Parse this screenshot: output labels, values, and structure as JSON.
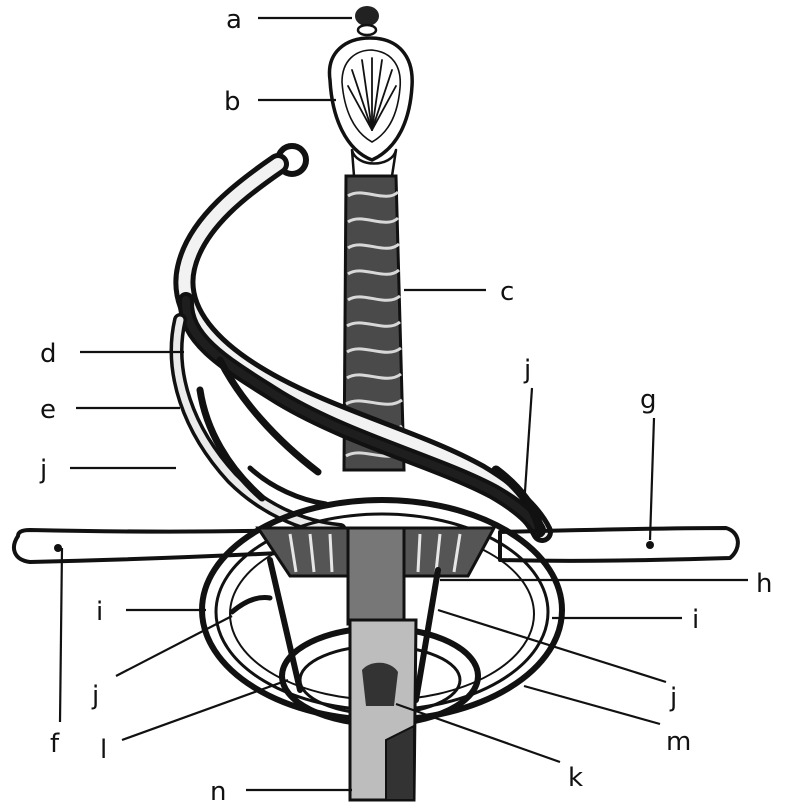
{
  "labels": {
    "a": "a",
    "b": "b",
    "c": "c",
    "d": "d",
    "e": "e",
    "j_upper_left": "j",
    "j_upper_right": "j",
    "g": "g",
    "f": "f",
    "h": "h",
    "i_left": "i",
    "i_right": "i",
    "j_lower_left": "j",
    "j_lower_right": "j",
    "l": "l",
    "m": "m",
    "k": "k",
    "n": "n"
  }
}
